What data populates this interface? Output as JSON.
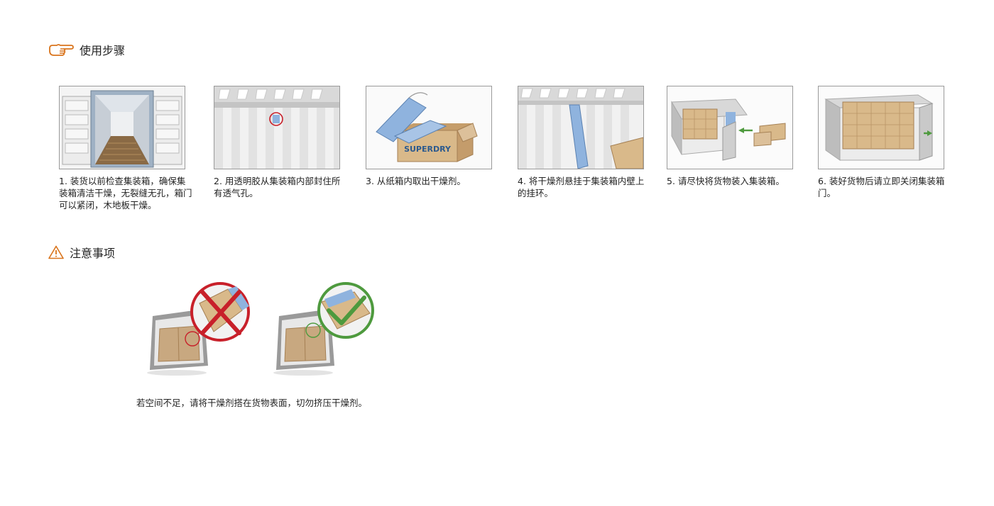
{
  "sections": {
    "steps_title": "使用步骤",
    "notes_title": "注意事项"
  },
  "steps": [
    {
      "caption": "1. 装货以前检查集装箱，确保集装箱清洁干燥，无裂缝无孔，箱门可以紧闭，木地板干燥。"
    },
    {
      "caption": "2. 用透明胶从集装箱内部封住所有透气孔。"
    },
    {
      "caption": "3. 从纸箱内取出干燥剂。",
      "box_label": "SUPERDRY"
    },
    {
      "caption": "4. 将干燥剂悬挂于集装箱内壁上的挂环。"
    },
    {
      "caption": "5. 请尽快将货物装入集装箱。"
    },
    {
      "caption": "6. 装好货物后请立即关闭集装箱门。"
    }
  ],
  "notes": {
    "caption": "若空间不足，请将干燥剂搭在货物表面，切勿挤压干燥剂。"
  },
  "colors": {
    "accent_orange": "#d9741c",
    "warning_red": "#c8202a",
    "ok_green": "#4e9a3e",
    "desiccant_blue": "#8fb3de",
    "cardboard": "#d9b98a"
  },
  "icons": {
    "steps": "pointing-hand-icon",
    "notes": "warning-triangle-icon",
    "bad": "cross-icon",
    "good": "check-icon"
  }
}
